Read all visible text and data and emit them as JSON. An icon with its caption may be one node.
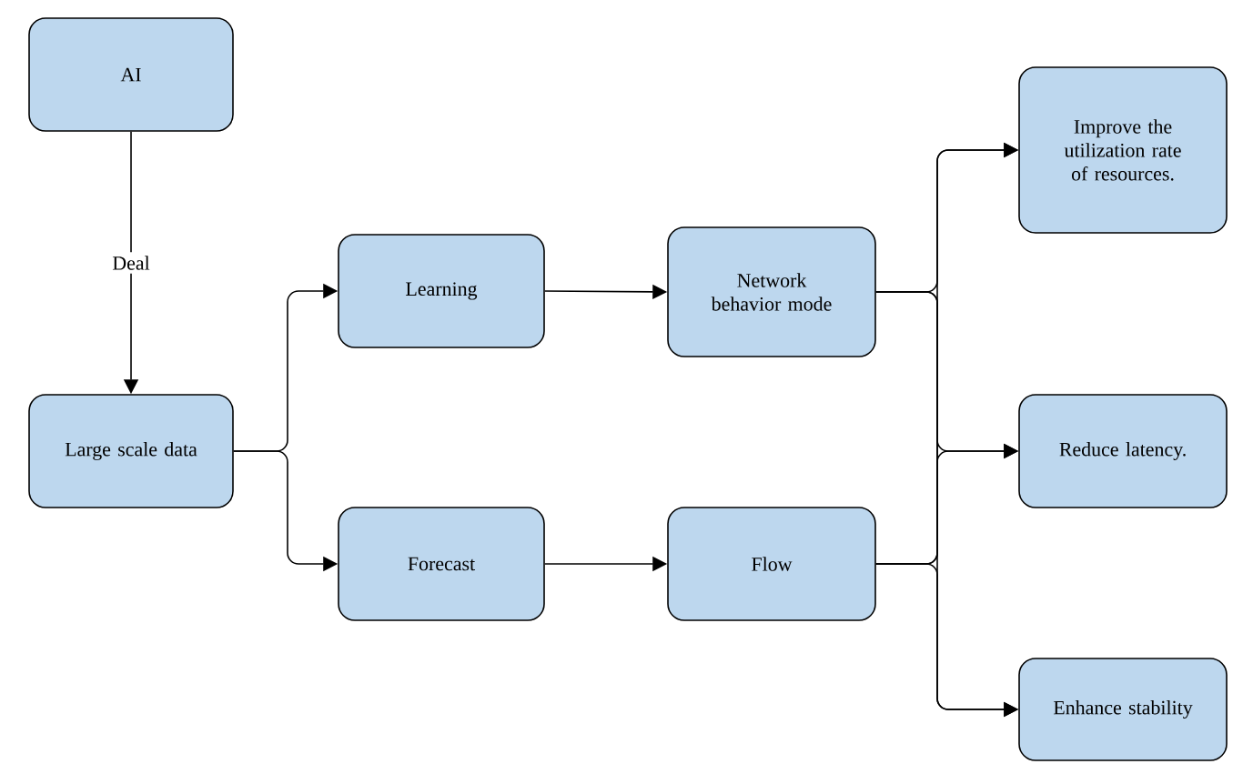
{
  "diagram": {
    "nodes": [
      {
        "text": [
          "AI"
        ]
      },
      {
        "text": [
          "Large scale data"
        ]
      },
      {
        "text": [
          "Learning"
        ]
      },
      {
        "text": [
          "Forecast"
        ]
      },
      {
        "text": [
          "Network behavior mode"
        ]
      },
      {
        "text": [
          "Flow"
        ]
      },
      {
        "text": [
          "Improve the utilization rate of resources."
        ]
      },
      {
        "text": [
          "Reduce latency."
        ]
      },
      {
        "text": [
          "Enhance stability"
        ]
      }
    ],
    "edges": [
      {
        "from": 0,
        "to": 1,
        "arrow": "to",
        "label": "Deal"
      },
      {
        "from": 1,
        "to": 2,
        "arrow": "to"
      },
      {
        "from": 1,
        "to": 3,
        "arrow": "to"
      },
      {
        "from": 2,
        "to": 4,
        "arrow": "to"
      },
      {
        "from": 3,
        "to": 5,
        "arrow": "to"
      },
      {
        "from": 4,
        "to": 6,
        "arrow": "to"
      },
      {
        "from": 4,
        "to": 7,
        "arrow": "to"
      },
      {
        "from": 4,
        "to": 8,
        "arrow": "to"
      },
      {
        "from": 5,
        "to": 6,
        "arrow": "to"
      },
      {
        "from": 5,
        "to": 7,
        "arrow": "to"
      },
      {
        "from": 5,
        "to": 8,
        "arrow": "to"
      }
    ]
  }
}
